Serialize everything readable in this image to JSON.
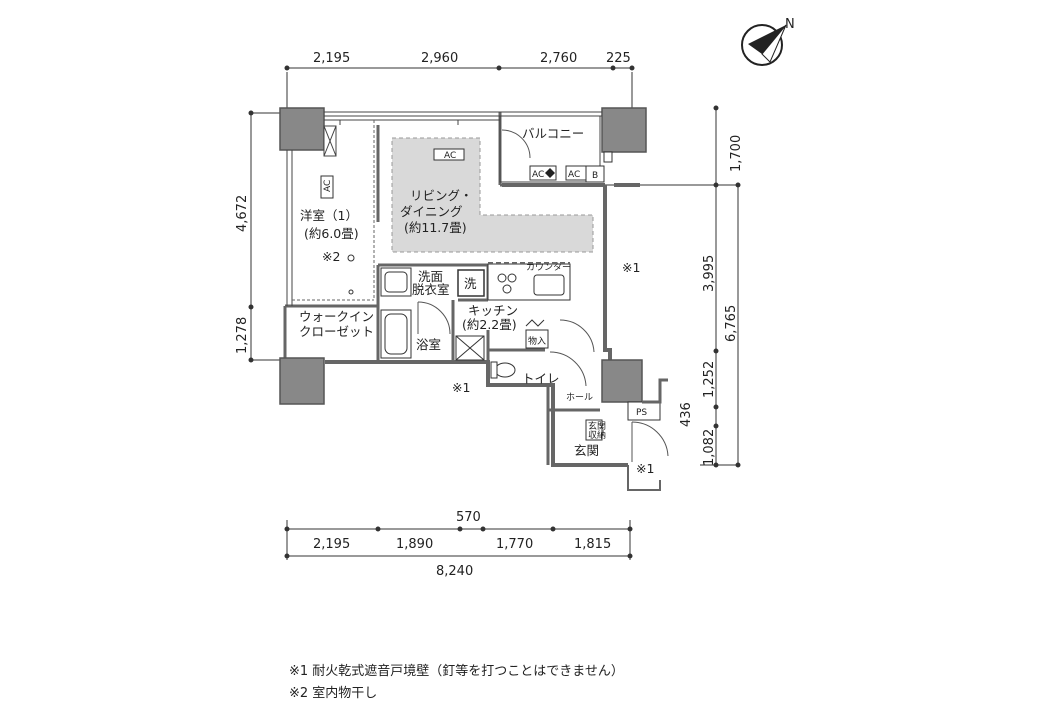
{
  "dimensions": {
    "top": [
      "2,195",
      "2,960",
      "2,760",
      "225"
    ],
    "bottom": [
      "2,195",
      "1,890",
      "570",
      "1,770",
      "1,815"
    ],
    "bottom_total": "8,240",
    "left": [
      "4,672",
      "1,278"
    ],
    "right_inner": [
      "1,700",
      "3,995",
      "1,252",
      "436",
      "1,082"
    ],
    "right_total": "6,765"
  },
  "rooms": {
    "balcony": "バルコニー",
    "living_line1": "リビング・",
    "living_line2": "ダイニング",
    "living_size": "(約11.7畳)",
    "bedroom_name": "洋室（1）",
    "bedroom_size": "(約6.0畳)",
    "drying_mark": "※2",
    "wic_line1": "ウォークイン",
    "wic_line2": "クローゼット",
    "washroom_line1": "洗面",
    "washroom_line2": "脱衣室",
    "wash": "洗",
    "counter": "カウンター",
    "kitchen_name": "キッチン",
    "kitchen_size": "(約2.2畳)",
    "storage": "物入",
    "bathroom": "浴室",
    "toilet": "トイレ",
    "hall": "ホール",
    "entrance": "玄関",
    "shoe_box_line1": "玄関",
    "shoe_box_line2": "収納",
    "ps": "PS",
    "ac": "AC",
    "b": "B"
  },
  "marks": {
    "wall_mark": "※1"
  },
  "north": "N",
  "notes": {
    "note1": "※1 耐火乾式遮音戸境壁（釘等を打つことはできません）",
    "note2": "※2 室内物干し"
  }
}
